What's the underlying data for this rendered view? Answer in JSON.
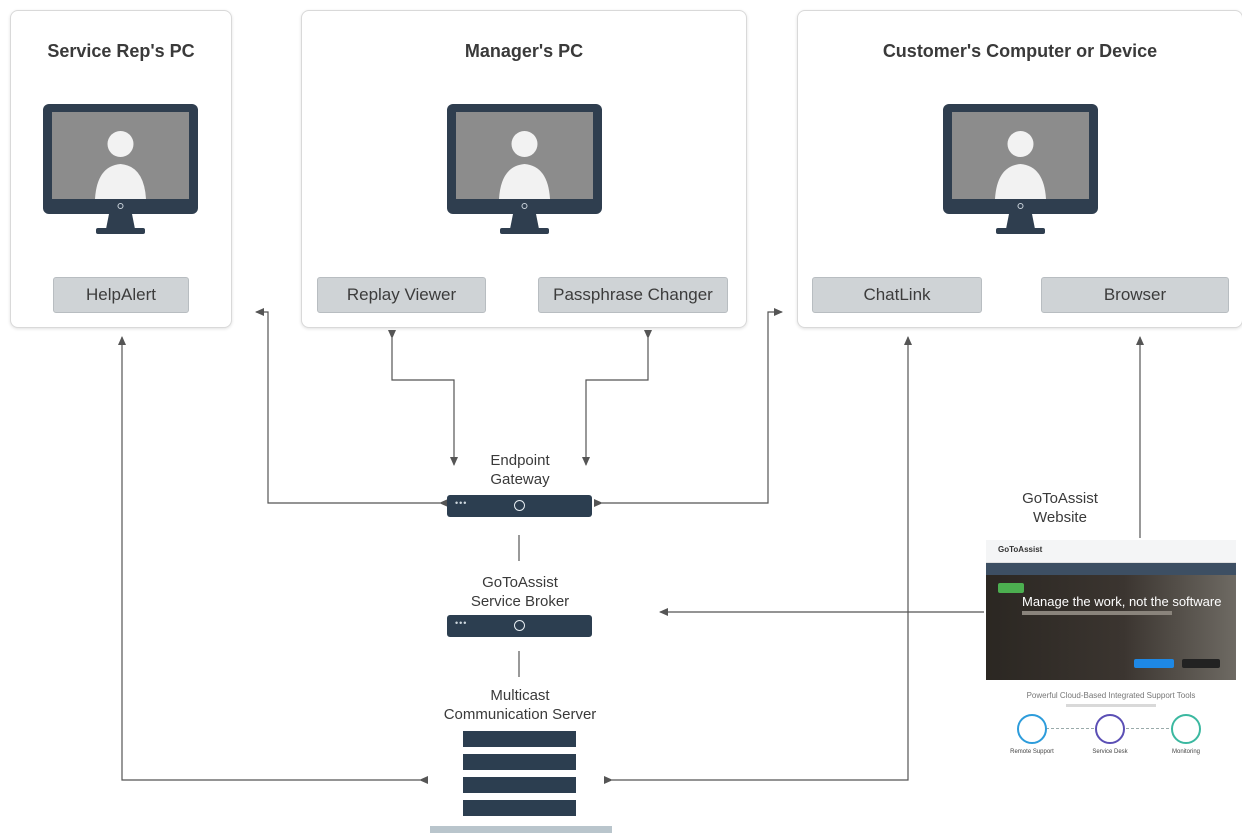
{
  "panels": {
    "service_rep": {
      "title": "Service Rep's PC",
      "buttons": [
        "HelpAlert"
      ]
    },
    "manager": {
      "title": "Manager's PC",
      "buttons": [
        "Replay Viewer",
        "Passphrase Changer"
      ]
    },
    "customer": {
      "title": "Customer's Computer or Device",
      "buttons": [
        "ChatLink",
        "Browser"
      ]
    }
  },
  "nodes": {
    "endpoint_gateway": "Endpoint\nGateway",
    "service_broker": "GoToAssist\nService Broker",
    "multicast_server": "Multicast\nCommunication Server",
    "website": "GoToAssist\nWebsite"
  },
  "website_screenshot": {
    "logo": "GoToAssist",
    "headline": "Manage the work, not the software",
    "tools_title": "Powerful Cloud-Based Integrated Support Tools",
    "tools": [
      "Remote Support",
      "Service Desk",
      "Monitoring"
    ]
  },
  "colors": {
    "monitor_frame": "#2f3e4f",
    "monitor_screen": "#8c8c8c",
    "pill_fill": "#cfd3d6",
    "server": "#2c3e50",
    "wire": "#555555"
  }
}
